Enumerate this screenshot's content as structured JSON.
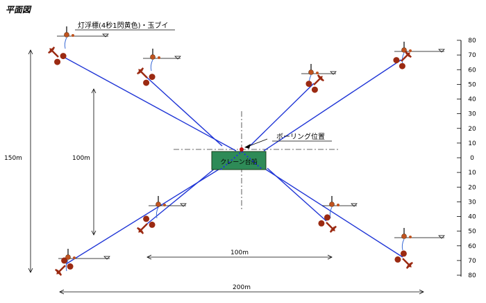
{
  "title": "平面図",
  "buoy_note": "灯浮標(4秒1閃黄色)・玉ブイ",
  "boring_label": "ボーリング位置",
  "barge_label": "クレーン台船",
  "dims": {
    "overall_height": "150m",
    "inner_height": "100m",
    "inner_width": "100m",
    "overall_width": "200m"
  },
  "scale_ticks": [
    "80",
    "70",
    "60",
    "50",
    "40",
    "30",
    "20",
    "10",
    "0",
    "10",
    "20",
    "30",
    "40",
    "50",
    "60",
    "70",
    "80"
  ],
  "colors": {
    "mooring_line": "#1f35d6",
    "anchor": "#9b2a12",
    "buoy": "#c0531f",
    "barge": "#2e8b57",
    "dotted": "#1f35d6"
  }
}
